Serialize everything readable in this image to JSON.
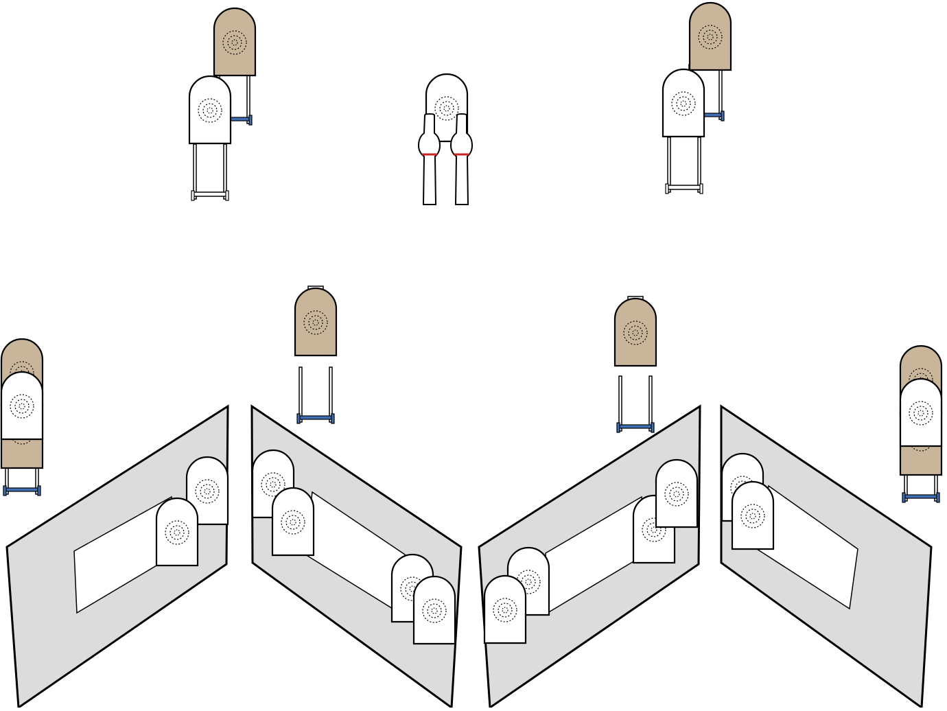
{
  "colors": {
    "background": "#ffffff",
    "tan_target": "#c8b59a",
    "white_target": "#ffffff",
    "outline": "#000000",
    "wall_fill": "#dcdcdc",
    "stand_base_blue": "#3f6fb5",
    "popper_band": "#cc2222"
  },
  "elements": {
    "no_shoots": [
      {
        "name": "no-shoot-target",
        "icon": "tan-target-icon"
      },
      {
        "name": "no-shoot-target",
        "icon": "tan-target-icon"
      },
      {
        "name": "no-shoot-target",
        "icon": "tan-target-icon"
      },
      {
        "name": "no-shoot-target",
        "icon": "tan-target-icon"
      },
      {
        "name": "no-shoot-target",
        "icon": "tan-target-icon"
      },
      {
        "name": "no-shoot-target",
        "icon": "tan-target-icon"
      }
    ],
    "paper_targets": {
      "icon": "paper-target-icon"
    },
    "poppers": {
      "icon": "popper-icon",
      "count": 2
    },
    "walls": {
      "icon": "barrier-wall-icon",
      "count": 4
    }
  }
}
